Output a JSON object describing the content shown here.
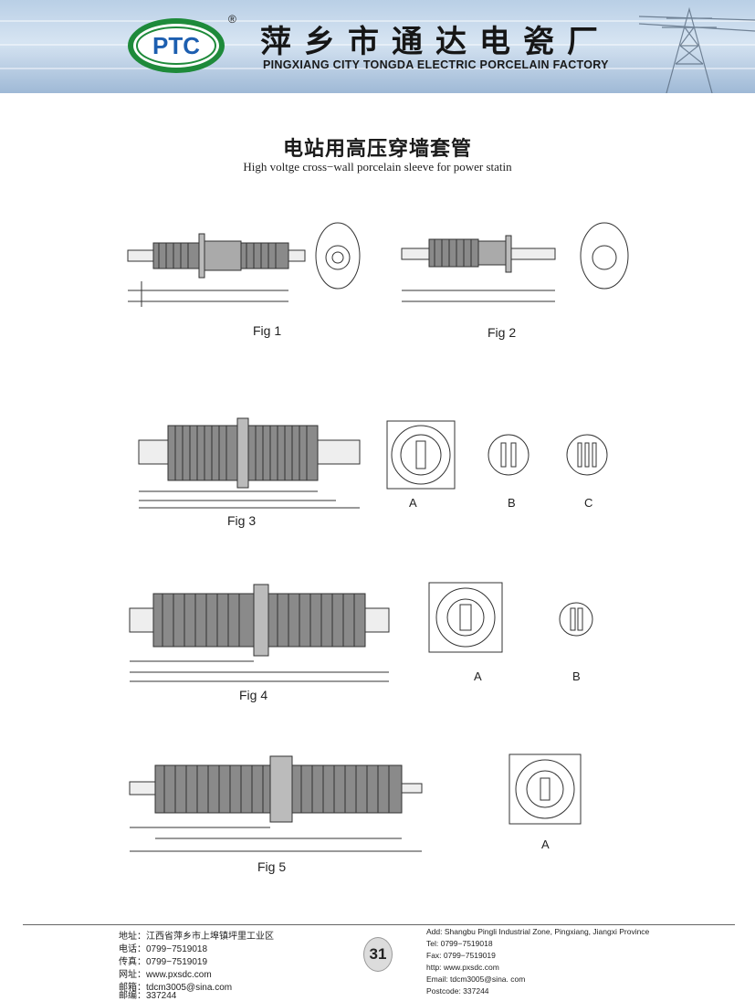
{
  "header": {
    "logo_text": "PTC",
    "registered_mark": "®",
    "company_cn": "萍乡市通达电瓷厂",
    "company_en": "PINGXIANG CITY TONGDA ELECTRIC PORCELAIN FACTORY"
  },
  "title": {
    "cn": "电站用高压穿墙套管",
    "en": "High voltge cross−wall porcelain sleeve for power statin"
  },
  "figures": {
    "fig1": "Fig 1",
    "fig2": "Fig 2",
    "fig3": "Fig 3",
    "fig4": "Fig 4",
    "fig5": "Fig 5",
    "sub_a": "A",
    "sub_b": "B",
    "sub_c": "C"
  },
  "footer": {
    "cn": [
      "地址：江西省萍乡市上埠镇坪里工业区",
      "电话：0799−7519018",
      "传真：0799−7519019",
      "网址：www.pxsdc.com",
      "邮箱：tdcm3005@sina.com",
      "邮编：337244"
    ],
    "en": [
      "Add: Shangbu Pingli Industrial Zone, Pingxiang, Jiangxi Province",
      "Tel: 0799−7519018",
      "Fax: 0799−7519019",
      "http: www.pxsdc.com",
      "Email: tdcm3005@sina. com",
      "Postcode: 337244"
    ],
    "page_number": "31"
  }
}
